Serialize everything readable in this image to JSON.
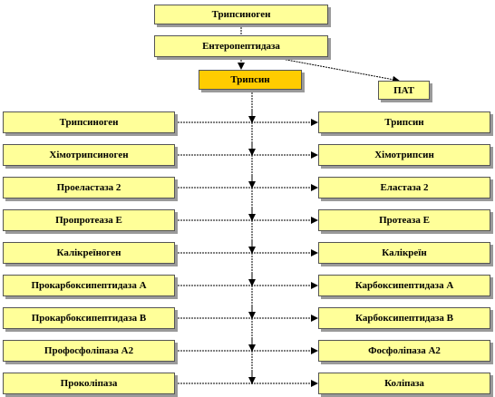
{
  "top": {
    "trypsinogen": "Трипсиноген",
    "enteropeptidase": "Ентеропептидаза",
    "trypsin": "Трипсин",
    "pat": "ПАТ"
  },
  "rows": [
    {
      "precursor": "Трипсиноген",
      "active": "Трипсин"
    },
    {
      "precursor": "Хімотрипсиноген",
      "active": "Хімотрипсин"
    },
    {
      "precursor": "Проеластаза 2",
      "active": "Еластаза 2"
    },
    {
      "precursor": "Пропротеаза Е",
      "active": "Протеаза Е"
    },
    {
      "precursor": "Калікреїноген",
      "active": "Калікреїн"
    },
    {
      "precursor": "Прокарбоксипептидаза А",
      "active": "Карбоксипептидаза А"
    },
    {
      "precursor": "Прокарбоксипептидаза В",
      "active": "Карбоксипептидаза В"
    },
    {
      "precursor": "Профосфоліпаза А2",
      "active": "Фосфоліпаза А2"
    },
    {
      "precursor": "Проколіпаза",
      "active": "Коліпаза"
    }
  ],
  "colors": {
    "box_fill": "#ffff99",
    "highlight_fill": "#ffcc00",
    "border": "#555555",
    "shadow": "#9a9a9a"
  }
}
